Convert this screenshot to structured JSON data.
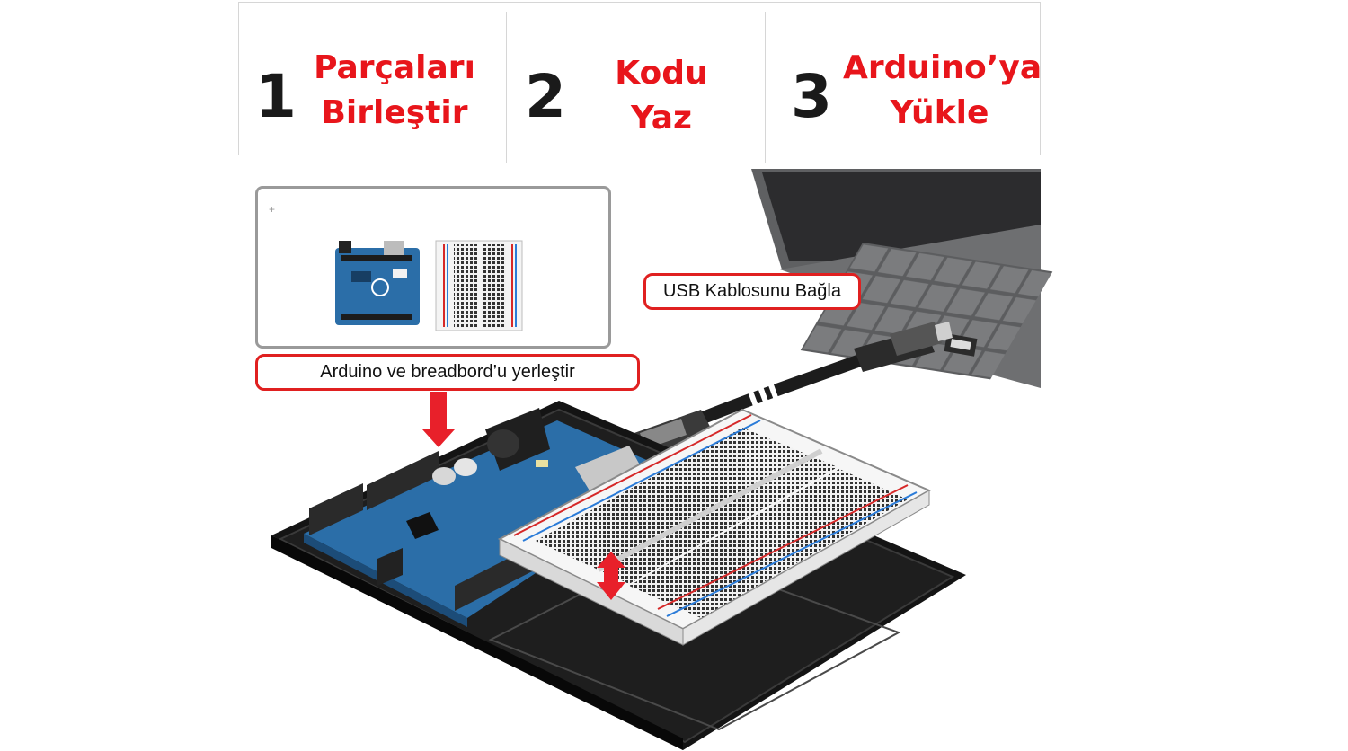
{
  "steps": [
    {
      "number": "1",
      "line1": "Parçaları",
      "line2": "Birleştir"
    },
    {
      "number": "2",
      "line1": "Kodu",
      "line2": "Yaz"
    },
    {
      "number": "3",
      "line1": "Arduino’ya",
      "line2": "Yükle"
    }
  ],
  "callouts": {
    "place": "Arduino ve breadbord’u yerleştir",
    "usb": "USB Kablosunu Bağla"
  },
  "colors": {
    "accent_red": "#e8151b",
    "arduino_blue": "#2b6ea8",
    "tray_black": "#141414",
    "laptop_gray": "#6d6e70"
  }
}
